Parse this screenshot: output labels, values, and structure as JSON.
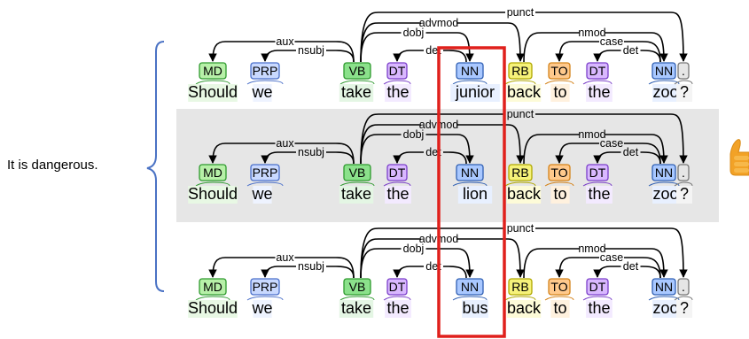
{
  "caption": "It is dangerous.",
  "rows": [
    {
      "highlight": false,
      "words": [
        "Should",
        "we",
        "take",
        "the",
        "junior",
        "back",
        "to",
        "the",
        "zoo",
        "?"
      ],
      "tags": [
        "MD",
        "PRP",
        "VB",
        "DT",
        "NN",
        "RB",
        "TO",
        "DT",
        "NN",
        "."
      ]
    },
    {
      "highlight": true,
      "words": [
        "Should",
        "we",
        "take",
        "the",
        "lion",
        "back",
        "to",
        "the",
        "zoo",
        "?"
      ],
      "tags": [
        "MD",
        "PRP",
        "VB",
        "DT",
        "NN",
        "RB",
        "TO",
        "DT",
        "NN",
        "."
      ]
    },
    {
      "highlight": false,
      "words": [
        "Should",
        "we",
        "take",
        "the",
        "bus",
        "back",
        "to",
        "the",
        "zoo",
        "?"
      ],
      "tags": [
        "MD",
        "PRP",
        "VB",
        "DT",
        "NN",
        "RB",
        "TO",
        "DT",
        "NN",
        "."
      ]
    }
  ],
  "arcs": [
    {
      "from": 2,
      "to": 0,
      "label": "aux",
      "level": 1
    },
    {
      "from": 2,
      "to": 1,
      "label": "nsubj",
      "level": 0
    },
    {
      "from": 2,
      "to": 9,
      "label": "punct",
      "level": 4
    },
    {
      "from": 2,
      "to": 5,
      "label": "advmod",
      "level": 3
    },
    {
      "from": 2,
      "to": 4,
      "label": "dobj",
      "level": 2
    },
    {
      "from": 4,
      "to": 3,
      "label": "det",
      "level": 0
    },
    {
      "from": 5,
      "to": 8,
      "label": "nmod",
      "level": 2
    },
    {
      "from": 8,
      "to": 6,
      "label": "case",
      "level": 1
    },
    {
      "from": 8,
      "to": 7,
      "label": "det",
      "level": 0
    }
  ],
  "tag_colors": {
    "MD": "#b7f0a8",
    "PRP": "#c9d9ff",
    "VB": "#8be18b",
    "DT": "#d9b8ff",
    "NN": "#a9c8ff",
    "RB": "#f6f27a",
    "TO": "#ffc98c",
    ".": "#e6e6e6"
  },
  "tag_borders": {
    "MD": "#2e9a2e",
    "PRP": "#4a6fc9",
    "VB": "#2e9a2e",
    "DT": "#7b3fc9",
    "NN": "#2f5fb3",
    "RB": "#b0a800",
    "TO": "#d4831a",
    ".": "#777777"
  },
  "word_colors": {
    "MD": "#e8f8e4",
    "PRP": "#eef3ff",
    "VB": "#e4f6e4",
    "DT": "#f3eaff",
    "NN": "#e8f0ff",
    "RB": "#fdfbd8",
    "TO": "#fff1de",
    ".": "#f4f4f4"
  },
  "highlight_bg": "#e6e6e6",
  "box_color": "#e0201c",
  "bracket_color": "#4a72c4"
}
